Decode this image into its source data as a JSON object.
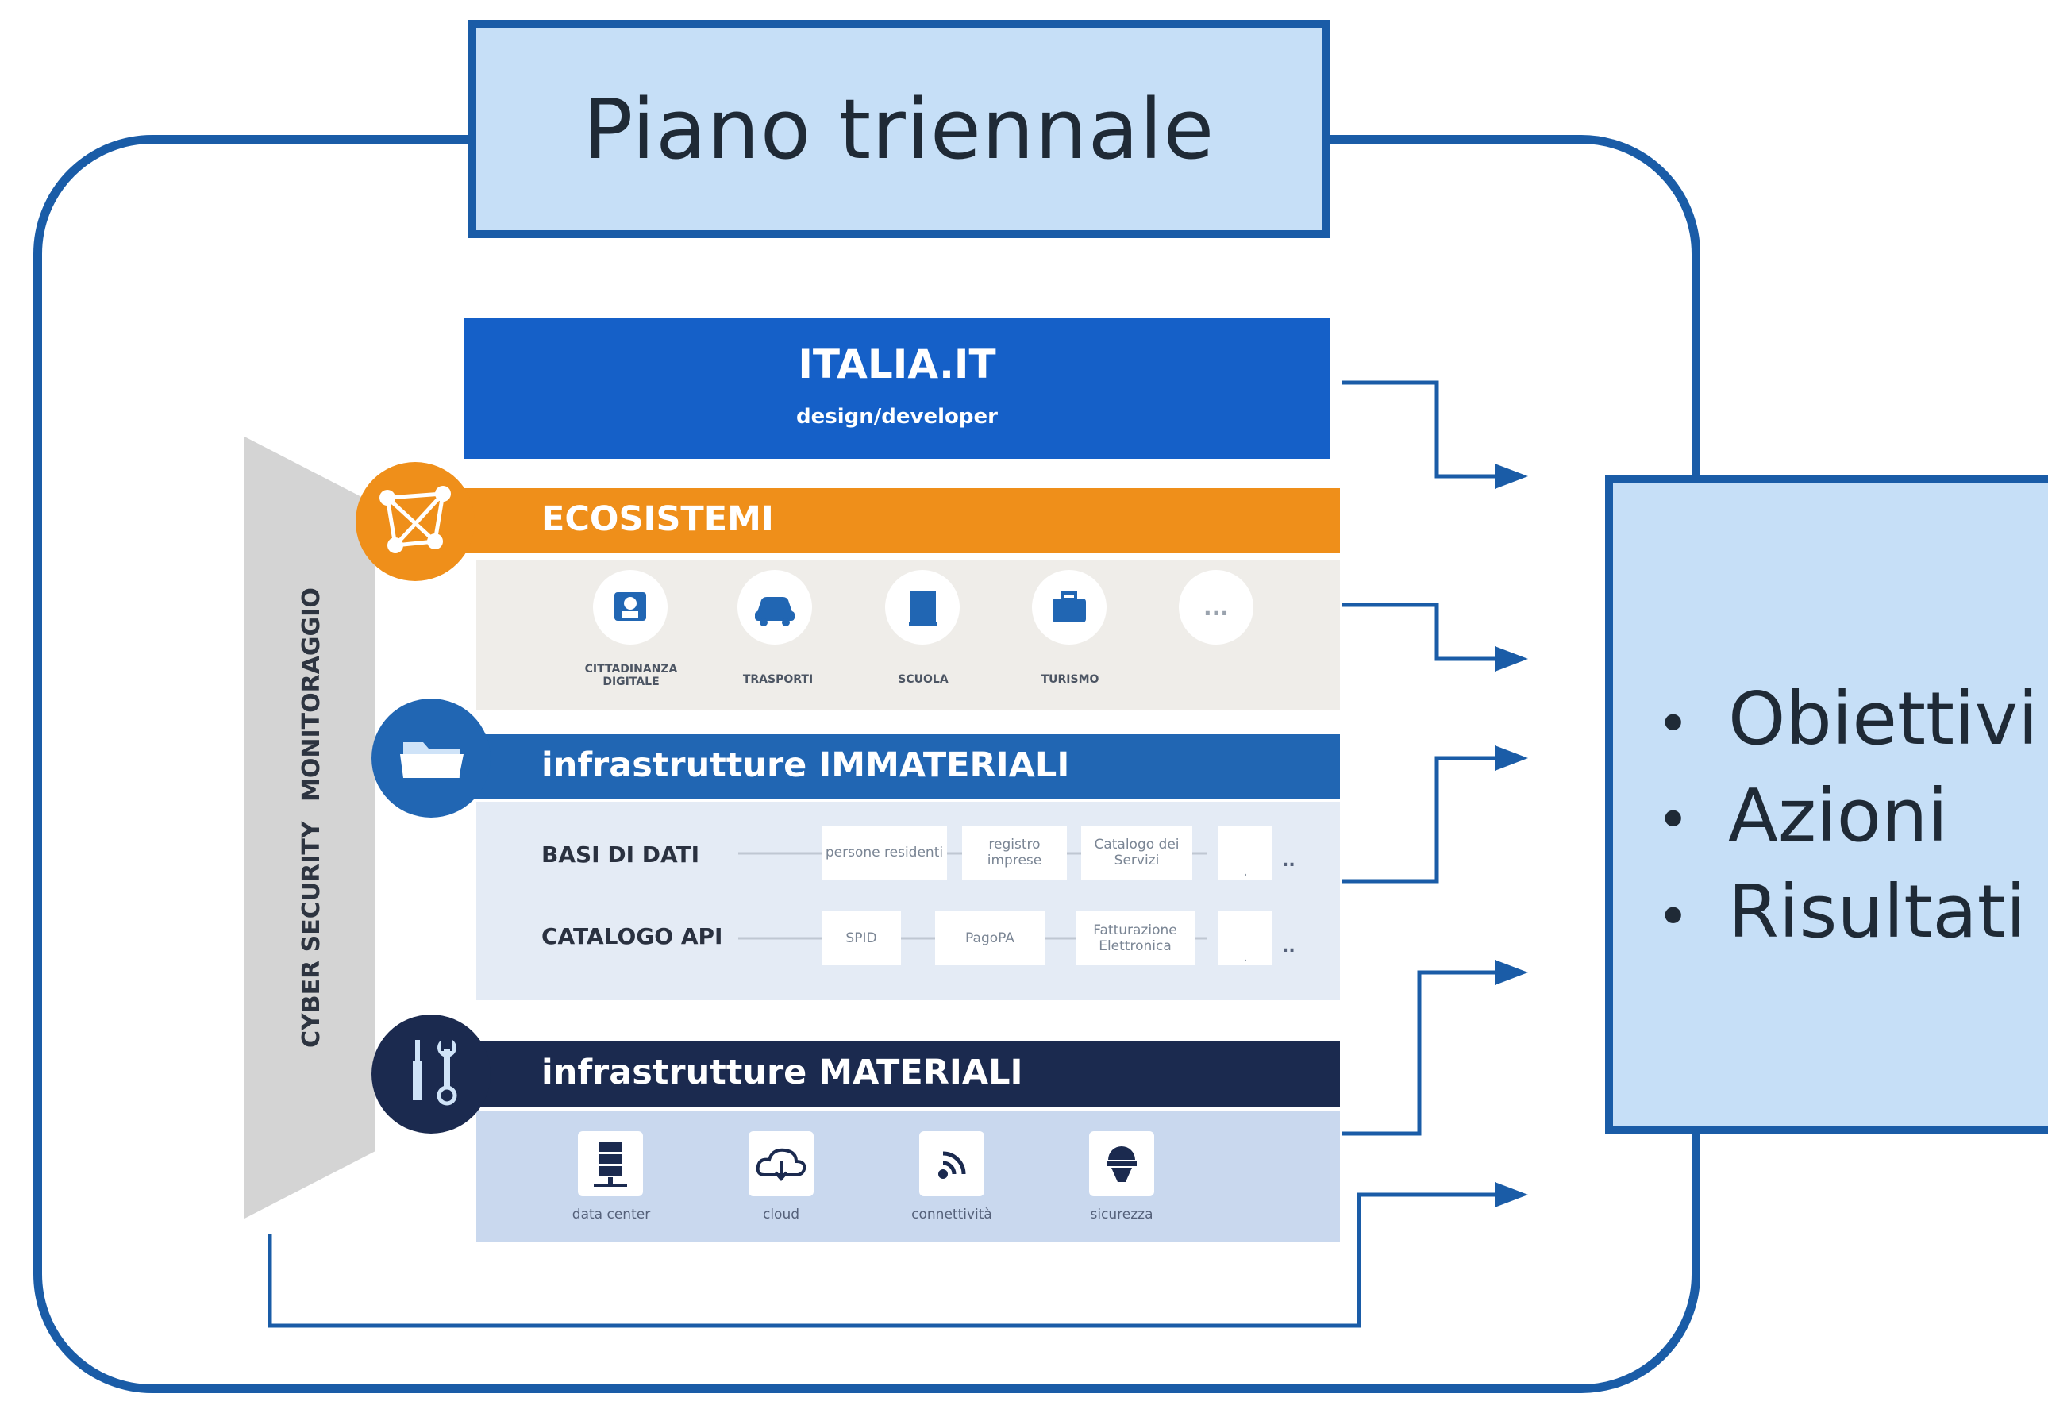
{
  "title": "Piano triennale",
  "layers": {
    "italia": {
      "title": "ITALIA.IT",
      "subtitle": "design/developer"
    },
    "ecosistemi": {
      "title": "ECOSISTEMI",
      "items": [
        "CITTADINANZA DIGITALE",
        "TRASPORTI",
        "SCUOLA",
        "TURISMO",
        "..."
      ]
    },
    "immateriali": {
      "title": "infrastrutture IMMATERIALI",
      "rows": [
        {
          "label": "BASI DI DATI",
          "chips": [
            "persone residenti",
            "registro imprese",
            "Catalogo dei Servizi",
            ".",
            ".."
          ]
        },
        {
          "label": "CATALOGO API",
          "chips": [
            "SPID",
            "PagoPA",
            "Fatturazione Elettronica",
            ".",
            ".."
          ]
        }
      ]
    },
    "materiali": {
      "title": "infrastrutture MATERIALI",
      "items": [
        "data center",
        "cloud",
        "connettività",
        "sicurezza"
      ]
    }
  },
  "pillar": {
    "labels": [
      "MONITORAGGIO",
      "CYBER SECURITY"
    ]
  },
  "outcomes": [
    "Obiettivi",
    "Azioni",
    "Risultati"
  ],
  "colors": {
    "frame": "#1a5ca7",
    "box_fill": "#c6dff7",
    "ecosistemi": "#ef8f1a",
    "immateriali": "#2166b3",
    "materiali": "#1b2a4f",
    "italia": "#1560c8"
  }
}
